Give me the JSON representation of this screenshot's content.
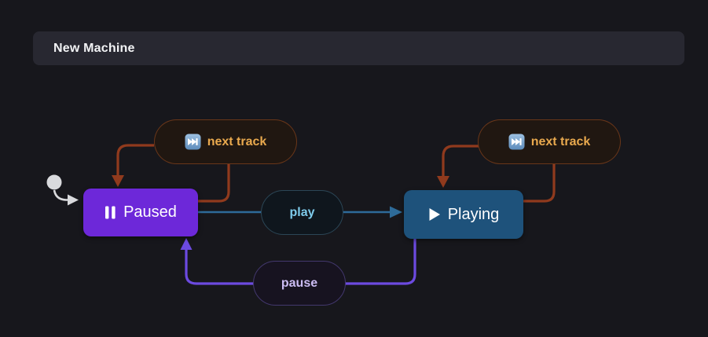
{
  "header": {
    "title": "New Machine"
  },
  "machine": {
    "initial_state": "Paused",
    "states": [
      {
        "id": "paused",
        "label": "Paused",
        "icon": "pause-icon",
        "color": "#6d28d9"
      },
      {
        "id": "playing",
        "label": "Playing",
        "icon": "play-icon",
        "color": "#1e527b"
      }
    ],
    "transitions": [
      {
        "event": "play",
        "from": "Paused",
        "to": "Playing",
        "color": "#2e6b99"
      },
      {
        "event": "pause",
        "from": "Playing",
        "to": "Paused",
        "color": "#6c4ae0"
      },
      {
        "event": "next track",
        "from": "Paused",
        "to": "Paused",
        "color": "#903a1d",
        "icon": "next-track-icon"
      },
      {
        "event": "next track",
        "from": "Playing",
        "to": "Playing",
        "color": "#903a1d",
        "icon": "next-track-icon"
      }
    ]
  },
  "colors": {
    "canvas_background": "#17171c",
    "header_background": "#282831",
    "state_paused": "#6d28d9",
    "state_playing": "#1e527b",
    "edge_play": "#2e6b99",
    "edge_pause": "#6c4ae0",
    "edge_next_track": "#903a1d",
    "event_text_next_track": "#e9a94e",
    "event_text_play": "#7ecbeb",
    "event_text_pause": "#cbbcf2",
    "initial_marker": "#d9dadd"
  }
}
